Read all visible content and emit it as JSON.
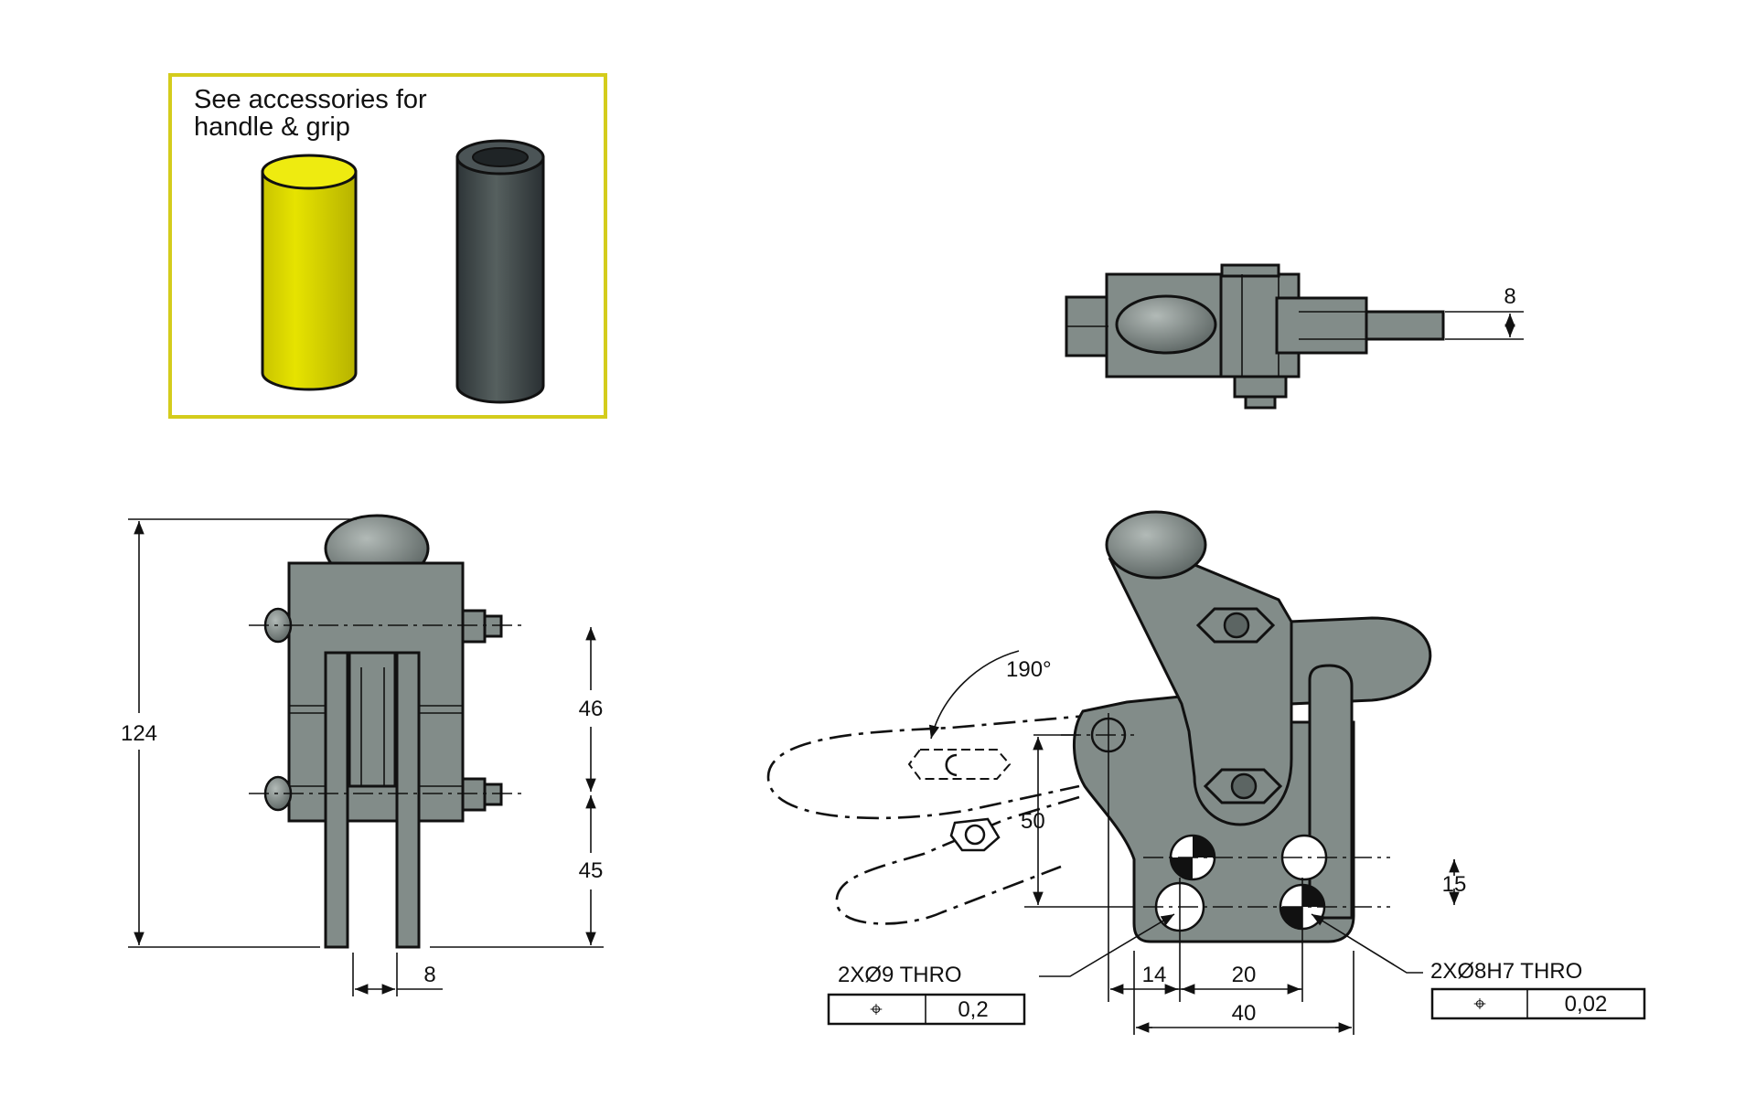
{
  "accessories_note": "See accessories for\nhandle & grip",
  "colors": {
    "part": "#828c89",
    "grip_yellow": "#dcd800",
    "tube_dark": "#3d4548",
    "note_border": "#d4cc1c"
  },
  "dimensions": {
    "top_view_thickness": "8",
    "overall_height": "124",
    "upper_pitch": "46",
    "lower_pitch": "45",
    "finger_gap": "8",
    "swing_angle": "190°",
    "handle_travel": "50",
    "hole_row_spacing": "15",
    "edge_to_hole": "14",
    "hole_pitch": "20",
    "base_width": "40"
  },
  "callouts": {
    "left_hole_label": "2XØ9 THRO",
    "left_tolerance_symbol": "⌖",
    "left_tolerance_value": "0,2",
    "right_hole_label": "2XØ8H7 THRO",
    "right_tolerance_symbol": "⌖",
    "right_tolerance_value": "0,02"
  }
}
